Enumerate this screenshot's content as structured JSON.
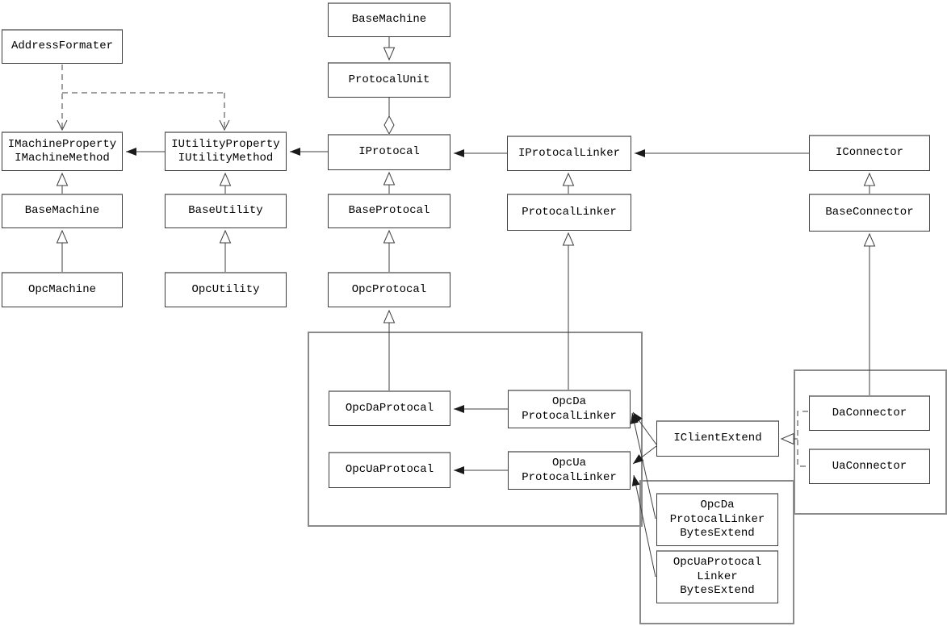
{
  "diagram": {
    "kind": "uml-class-diagram",
    "colors": {
      "background": "#ffffff",
      "box_border": "#3d3d3d",
      "box_border_shade": "#8e8e8e",
      "line": "#3f3f3f",
      "container_border": "#8a8a8a",
      "text": "#000000"
    },
    "nodes": {
      "addressFormater": {
        "label": "AddressFormater"
      },
      "imachineInterface": {
        "label": "IMachineProperty\nIMachineMethod"
      },
      "baseMachineLeft": {
        "label": "BaseMachine"
      },
      "opcMachine": {
        "label": "OpcMachine"
      },
      "iutilityInterface": {
        "label": "IUtilityProperty\nIUtilityMethod"
      },
      "baseUtility": {
        "label": "BaseUtility"
      },
      "opcUtility": {
        "label": "OpcUtility"
      },
      "baseMachineTop": {
        "label": "BaseMachine"
      },
      "protocalUnit": {
        "label": "ProtocalUnit"
      },
      "iprotocal": {
        "label": "IProtocal"
      },
      "baseProtocal": {
        "label": "BaseProtocal"
      },
      "opcProtocal": {
        "label": "OpcProtocal"
      },
      "opcDaProtocal": {
        "label": "OpcDaProtocal"
      },
      "opcUaProtocal": {
        "label": "OpcUaProtocal"
      },
      "iprotocalLinker": {
        "label": "IProtocalLinker"
      },
      "protocalLinker": {
        "label": "ProtocalLinker"
      },
      "opcDaProtocalLinker": {
        "label": "OpcDa\nProtocalLinker"
      },
      "opcUaProtocalLinker": {
        "label": "OpcUa\nProtocalLinker"
      },
      "iconnector": {
        "label": "IConnector"
      },
      "baseConnector": {
        "label": "BaseConnector"
      },
      "iclientExtend": {
        "label": "IClientExtend"
      },
      "daConnector": {
        "label": "DaConnector"
      },
      "uaConnector": {
        "label": "UaConnector"
      },
      "opcDaProtocalLinkerBytesExtend": {
        "label": "OpcDa\nProtocalLinker\nBytesExtend"
      },
      "opcUaProtocalLinkerBytesExtend": {
        "label": "OpcUaProtocal\nLinker\nBytesExtend"
      }
    },
    "edges": [
      {
        "from": "addressFormater",
        "to": "imachineInterface",
        "type": "dependency"
      },
      {
        "from": "addressFormater",
        "to": "iutilityInterface",
        "type": "dependency"
      },
      {
        "from": "baseMachineLeft",
        "to": "imachineInterface",
        "type": "inheritance"
      },
      {
        "from": "opcMachine",
        "to": "baseMachineLeft",
        "type": "inheritance"
      },
      {
        "from": "baseUtility",
        "to": "iutilityInterface",
        "type": "inheritance"
      },
      {
        "from": "opcUtility",
        "to": "baseUtility",
        "type": "inheritance"
      },
      {
        "from": "iutilityInterface",
        "to": "imachineInterface",
        "type": "association"
      },
      {
        "from": "iprotocal",
        "to": "iutilityInterface",
        "type": "association"
      },
      {
        "from": "baseMachineTop",
        "to": "protocalUnit",
        "type": "inheritance"
      },
      {
        "from": "protocalUnit",
        "to": "iprotocal",
        "type": "aggregation"
      },
      {
        "from": "baseProtocal",
        "to": "iprotocal",
        "type": "inheritance"
      },
      {
        "from": "opcProtocal",
        "to": "baseProtocal",
        "type": "inheritance"
      },
      {
        "from": "opcDaProtocal",
        "to": "opcProtocal",
        "type": "inheritance"
      },
      {
        "from": "iprotocalLinker",
        "to": "iprotocal",
        "type": "association"
      },
      {
        "from": "protocalLinker",
        "to": "iprotocalLinker",
        "type": "inheritance"
      },
      {
        "from": "opcDaProtocalLinker",
        "to": "protocalLinker",
        "type": "inheritance"
      },
      {
        "from": "opcDaProtocalLinker",
        "to": "opcDaProtocal",
        "type": "association"
      },
      {
        "from": "opcUaProtocalLinker",
        "to": "opcUaProtocal",
        "type": "association"
      },
      {
        "from": "iconnector",
        "to": "iprotocalLinker",
        "type": "association"
      },
      {
        "from": "baseConnector",
        "to": "iconnector",
        "type": "inheritance"
      },
      {
        "from": "daConnector",
        "to": "baseConnector",
        "type": "inheritance"
      },
      {
        "from": "iclientExtend",
        "to": "opcDaProtocalLinker",
        "type": "association"
      },
      {
        "from": "iclientExtend",
        "to": "opcUaProtocalLinker",
        "type": "association"
      },
      {
        "from": "opcDaProtocalLinkerBytesExtend",
        "to": "opcDaProtocalLinker",
        "type": "association"
      },
      {
        "from": "opcUaProtocalLinkerBytesExtend",
        "to": "opcUaProtocalLinker",
        "type": "association"
      },
      {
        "from": "daConnector",
        "to": "iclientExtend",
        "type": "realization"
      },
      {
        "from": "uaConnector",
        "to": "iclientExtend",
        "type": "realization"
      }
    ]
  }
}
